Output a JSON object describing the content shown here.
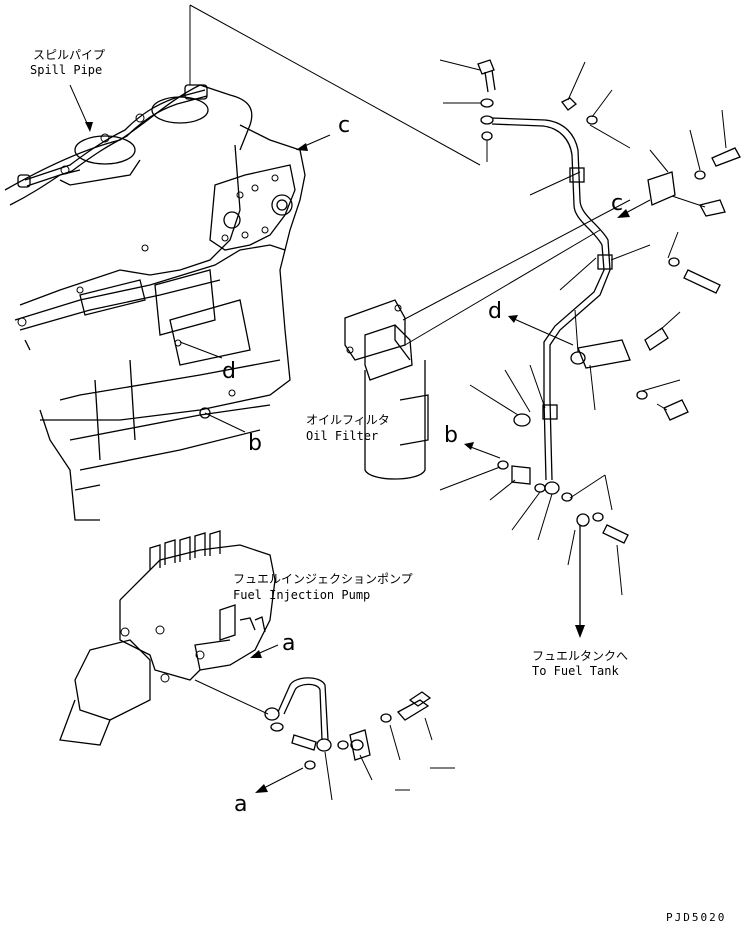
{
  "labels": {
    "spill_pipe_jp": "スピルパイプ",
    "spill_pipe_en": "Spill Pipe",
    "oil_filter_jp": "オイルフィルタ",
    "oil_filter_en": "Oil Filter",
    "fuel_injection_pump_jp": "フュエルインジェクションポンプ",
    "fuel_injection_pump_en": "Fuel Injection Pump",
    "to_fuel_tank_jp": "フュエルタンクへ",
    "to_fuel_tank_en": "To Fuel Tank",
    "drawing_code": "PJD5020"
  },
  "callouts": {
    "a_pump": "a",
    "a_lower": "a",
    "b_engine": "b",
    "b_right": "b",
    "c_engine": "c",
    "c_right": "c",
    "d_engine": "d",
    "d_right": "d"
  }
}
